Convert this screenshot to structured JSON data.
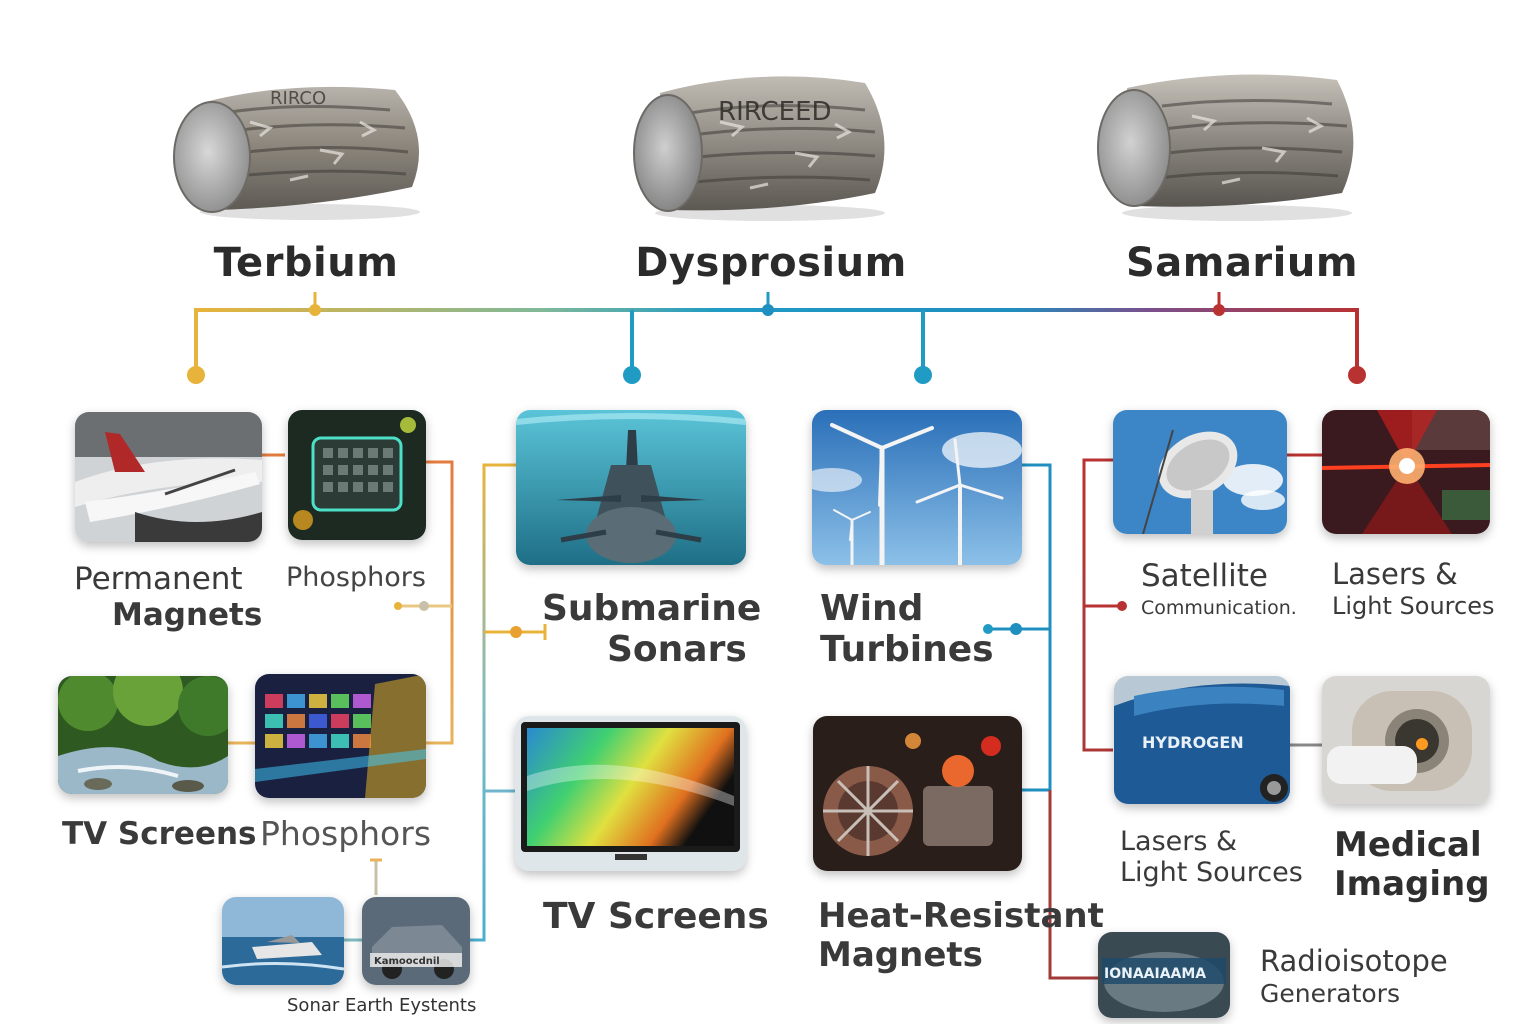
{
  "elements": [
    {
      "name": "Terbium",
      "color": "#e8b33a"
    },
    {
      "name": "Dysprosium",
      "color": "#1f9bc4"
    },
    {
      "name": "Samarium",
      "color": "#b83232"
    }
  ],
  "ingots": [
    {
      "engraving": "RIRCO",
      "icon": "terbium-ingot"
    },
    {
      "engraving": "RIRCEED",
      "icon": "dysprosium-ingot"
    },
    {
      "engraving": "",
      "icon": "samarium-ingot"
    }
  ],
  "applications": {
    "permanent_magnets": {
      "line1": "Permanent",
      "line2": "Magnets",
      "icon": "airplane-icon"
    },
    "phosphors_top": {
      "label": "Phosphors",
      "icon": "circuit-chip-icon"
    },
    "tv_screens_left": {
      "label": "TV Screens",
      "icon": "forest-stream-icon"
    },
    "phosphors_bottom": {
      "label": "Phosphors",
      "icon": "pixel-grid-icon"
    },
    "sonar_systems": {
      "label": "Sonar Earth Eystents",
      "engraving": "Kamoocdnil",
      "icon": "boat-icon"
    },
    "submarine_sonars": {
      "line1": "Submarine",
      "line2": "Sonars",
      "icon": "submarine-icon"
    },
    "tv_screens_center": {
      "label": "TV Screens",
      "icon": "tv-icon"
    },
    "wind_turbines": {
      "line1": "Wind",
      "line2": "Turbines",
      "icon": "wind-turbine-icon"
    },
    "heat_resistant_magnets": {
      "line1": "Heat-Resistant",
      "line2": "Magnets",
      "icon": "motor-icon"
    },
    "satellite_communication": {
      "line1": "Satellite",
      "line2": "Communication.",
      "icon": "satellite-dish-icon"
    },
    "lasers_top": {
      "line1": "Lasers &",
      "line2": "Light Sources",
      "icon": "laser-icon"
    },
    "lasers_bottom": {
      "line1": "Lasers &",
      "line2": "Light Sources",
      "engraving": "HYDROGEN",
      "icon": "hydrogen-car-icon"
    },
    "medical_imaging": {
      "line1": "Medical",
      "line2": "Imaging",
      "icon": "mri-scanner-icon"
    },
    "radioisotope_generators": {
      "line1": "Radioisotope",
      "line2": "Generators",
      "engraving": "IONAAIAAMA",
      "icon": "generator-icon"
    }
  }
}
